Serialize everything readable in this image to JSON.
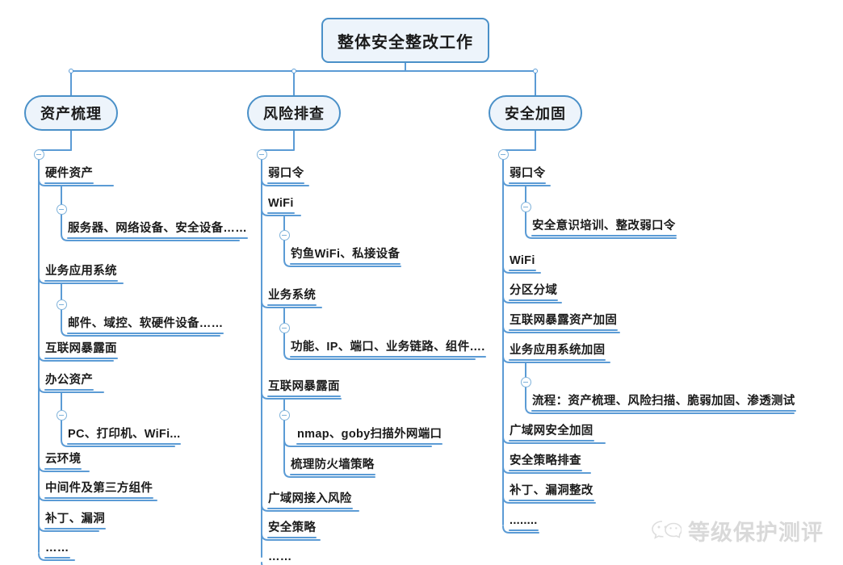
{
  "diagram": {
    "type": "mindmap",
    "title": "整体安全整改工作",
    "theme": {
      "node_fill": "#edf4fb",
      "node_border": "#4a90c8",
      "wire": "#5b9bd5",
      "text": "#1b1b1b",
      "background": "#ffffff"
    },
    "root": {
      "label": "整体安全整改工作"
    },
    "branches": [
      {
        "label": "资产梳理",
        "children": [
          {
            "label": "硬件资产",
            "children": [
              {
                "label": "服务器、网络设备、安全设备……"
              }
            ]
          },
          {
            "label": "业务应用系统",
            "children": [
              {
                "label": "邮件、域控、软硬件设备……"
              }
            ]
          },
          {
            "label": "互联网暴露面",
            "children": []
          },
          {
            "label": "办公资产",
            "children": [
              {
                "label": "PC、打印机、WiFi..."
              }
            ]
          },
          {
            "label": "云环境",
            "children": []
          },
          {
            "label": "中间件及第三方组件",
            "children": []
          },
          {
            "label": "补丁、漏洞",
            "children": []
          },
          {
            "label": "……",
            "children": []
          }
        ]
      },
      {
        "label": "风险排查",
        "children": [
          {
            "label": "弱口令",
            "children": []
          },
          {
            "label": "WiFi",
            "children": [
              {
                "label": "钓鱼WiFi、私接设备"
              }
            ]
          },
          {
            "label": "业务系统",
            "children": [
              {
                "label": "功能、IP、端口、业务链路、组件…."
              }
            ]
          },
          {
            "label": "互联网暴露面",
            "children": [
              {
                "label": "nmap、goby扫描外网端口"
              },
              {
                "label": "梳理防火墙策略"
              }
            ]
          },
          {
            "label": "广域网接入风险",
            "children": []
          },
          {
            "label": "安全策略",
            "children": []
          },
          {
            "label": "……",
            "children": []
          }
        ]
      },
      {
        "label": "安全加固",
        "children": [
          {
            "label": "弱口令",
            "children": [
              {
                "label": "安全意识培训、整改弱口令"
              }
            ]
          },
          {
            "label": "WiFi",
            "children": []
          },
          {
            "label": "分区分域",
            "children": []
          },
          {
            "label": "互联网暴露资产加固",
            "children": []
          },
          {
            "label": "业务应用系统加固",
            "children": [
              {
                "label": "流程：资产梳理、风险扫描、脆弱加固、渗透测试"
              }
            ]
          },
          {
            "label": "广域网安全加固",
            "children": []
          },
          {
            "label": "安全策略排查",
            "children": []
          },
          {
            "label": "补丁、漏洞整改",
            "children": []
          },
          {
            "label": "........",
            "children": []
          }
        ]
      }
    ]
  },
  "watermark": {
    "label": "等级保护测评",
    "icon": "wechat-icon"
  }
}
